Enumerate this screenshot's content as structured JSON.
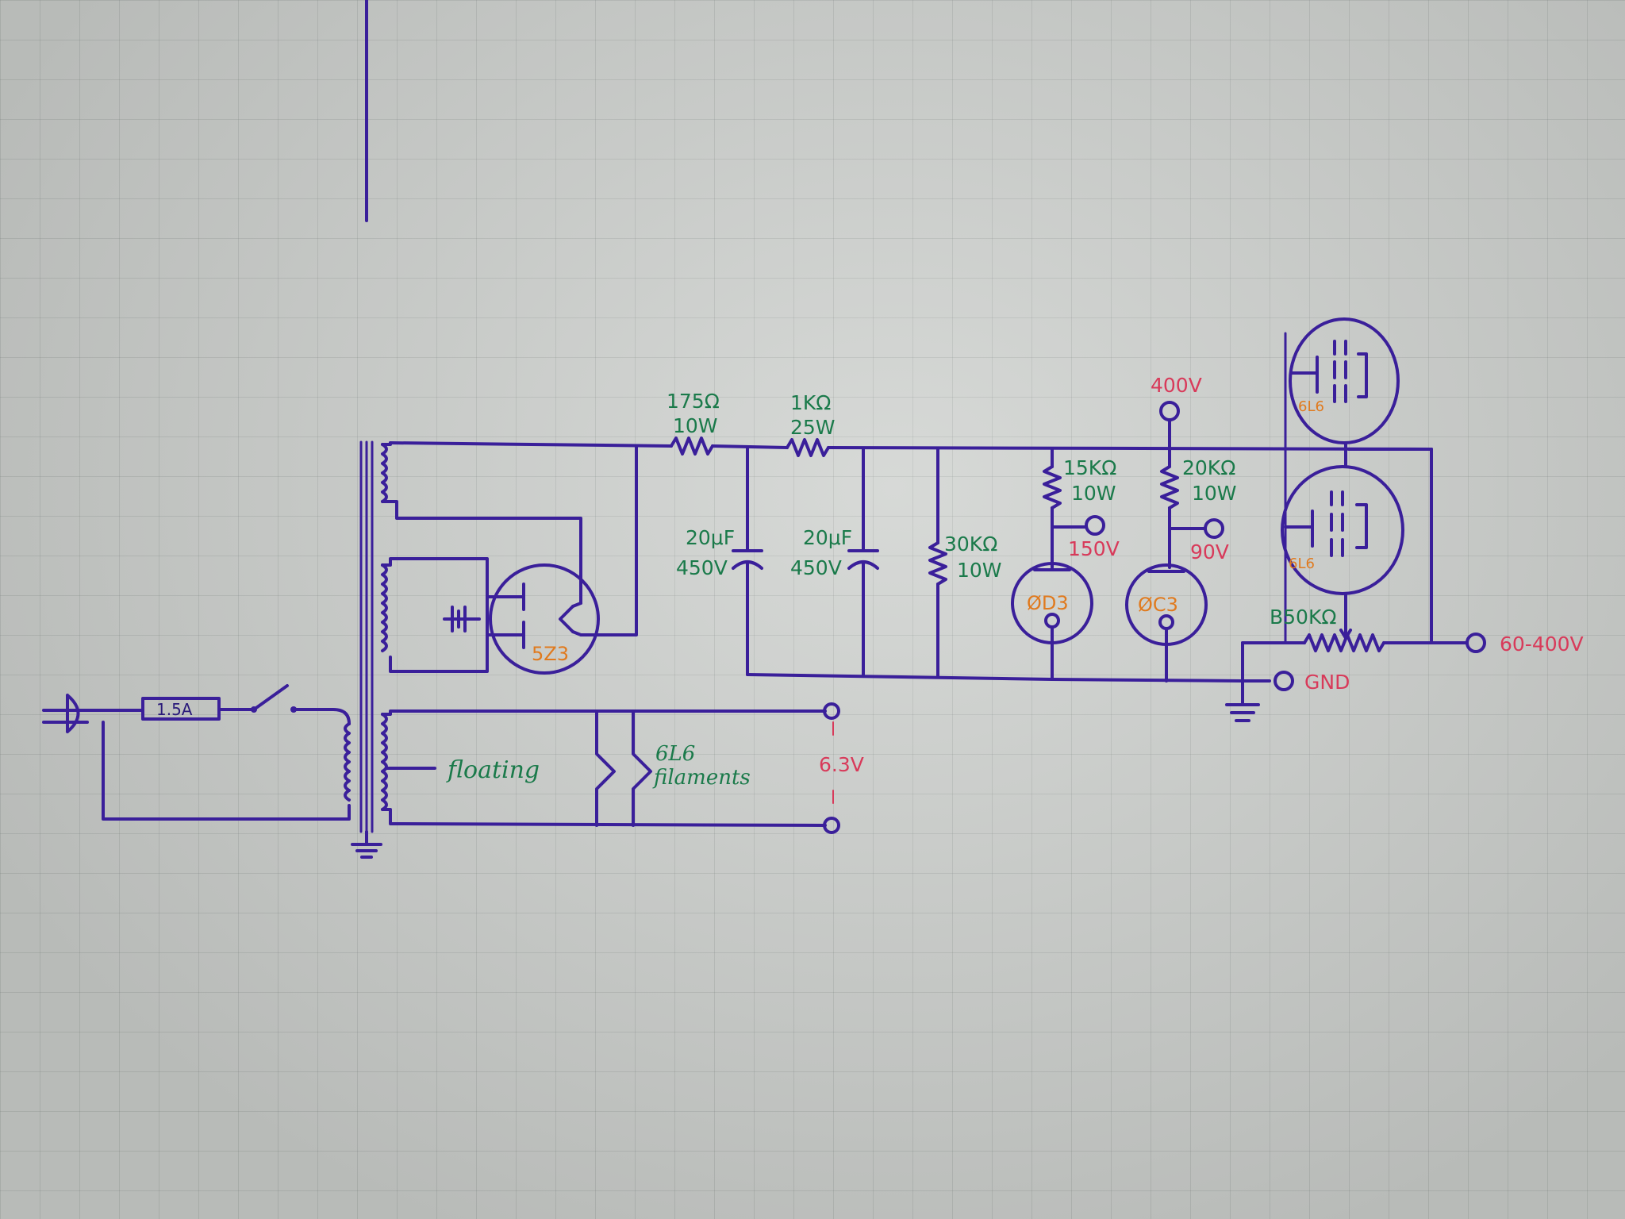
{
  "labels": {
    "r1_value": "175Ω",
    "r1_power": "10W",
    "r2_value": "1KΩ",
    "r2_power": "25W",
    "c1_value": "20μF",
    "c1_voltage": "450V",
    "c2_value": "20μF",
    "c2_voltage": "450V",
    "r3_value": "30KΩ",
    "r3_power": "10W",
    "r4_value": "15KΩ",
    "r4_power": "10W",
    "r5_value": "20KΩ",
    "r5_power": "10W",
    "tap_150": "150V",
    "tap_90": "90V",
    "tap_400": "400V",
    "tube_rectifier": "5Z3",
    "tube_vr1": "ØD3",
    "tube_vr2": "ØC3",
    "tube_6l6_top": "6L6",
    "tube_6l6_bottom": "6L6",
    "pot_value": "B50KΩ",
    "out_var": "60-400V",
    "out_gnd": "GND",
    "out_filament": "6.3V",
    "fuse": "1.5A",
    "floating": "floating",
    "filaments_1": "6L6",
    "filaments_2": "filaments"
  },
  "colors": {
    "wire": "#3a1f9a",
    "component_label": "#1a7a4a",
    "voltage_label": "#d83a5a",
    "tube_label": "#e07a1e"
  }
}
